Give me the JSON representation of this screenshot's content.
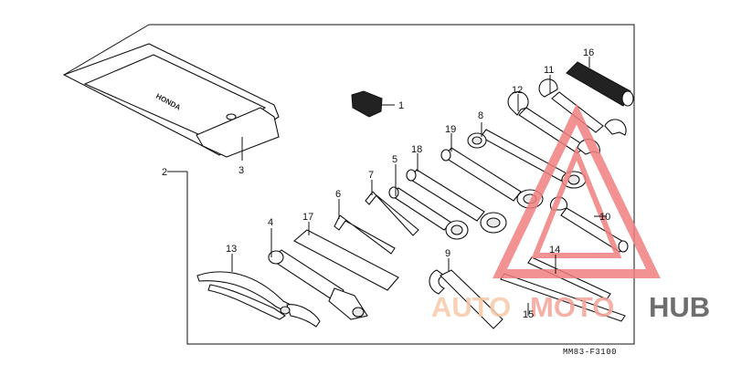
{
  "diagram": {
    "labels": {
      "l1": "1",
      "l2": "2",
      "l3": "3",
      "l4": "4",
      "l5": "5",
      "l6": "6",
      "l7": "7",
      "l8": "8",
      "l9": "9",
      "l10": "10",
      "l11": "11",
      "l12": "12",
      "l13": "13",
      "l14": "14",
      "l15": "15",
      "l16": "16",
      "l17": "17",
      "l18": "18",
      "l19": "19"
    },
    "pouch_stamp": "HONDA",
    "figure_code": "MM83-F3100"
  },
  "watermark": {
    "part1": "AUTO",
    "part2": "MOTO",
    "part3": "HUB",
    "colors": {
      "auto": "#f7c8a8",
      "moto": "#f4a39a",
      "hub": "#555555",
      "triangle": "#f08080"
    }
  }
}
